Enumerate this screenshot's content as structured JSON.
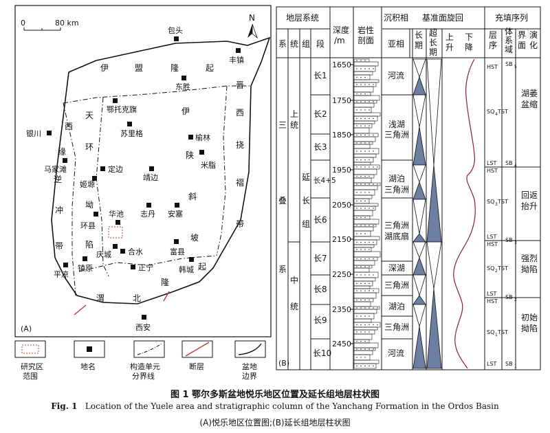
{
  "panelA": {
    "label": "(A)",
    "scale": {
      "zero": "0",
      "dist": "80 km"
    },
    "north": "N",
    "places": [
      {
        "key": "baotou",
        "name": "包头"
      },
      {
        "key": "fengzhen",
        "name": "丰镇"
      },
      {
        "key": "dongsheng",
        "name": "东胜"
      },
      {
        "key": "etuokeqi",
        "name": "鄂托克旗"
      },
      {
        "key": "sulige",
        "name": "苏里格"
      },
      {
        "key": "yinchuan",
        "name": "银川"
      },
      {
        "key": "yulin",
        "name": "榆林"
      },
      {
        "key": "mazhi",
        "name": "米脂"
      },
      {
        "key": "majiatan",
        "name": "马家滩"
      },
      {
        "key": "dingbian",
        "name": "定边"
      },
      {
        "key": "jingbian",
        "name": "靖边"
      },
      {
        "key": "jiyuan",
        "name": "姬塬"
      },
      {
        "key": "huachi",
        "name": "华池"
      },
      {
        "key": "zhidan",
        "name": "志丹"
      },
      {
        "key": "ansai",
        "name": "安塞"
      },
      {
        "key": "huanxian",
        "name": "环县"
      },
      {
        "key": "heshui",
        "name": "合水"
      },
      {
        "key": "qingcheng",
        "name": "庆城"
      },
      {
        "key": "fuxian",
        "name": "富县"
      },
      {
        "key": "pingliang",
        "name": "平凉"
      },
      {
        "key": "zhenyuan",
        "name": "镇原"
      },
      {
        "key": "zhengning",
        "name": "正宁"
      },
      {
        "key": "hancheng",
        "name": "韩城"
      },
      {
        "key": "xian",
        "name": "西安"
      }
    ],
    "units": [
      {
        "key": "yimeng",
        "chars": [
          "伊",
          "盟",
          "隆",
          "起"
        ]
      },
      {
        "key": "jinxi",
        "chars": [
          "晋",
          "西",
          "挠",
          "褶",
          "带"
        ]
      },
      {
        "key": "tianhuan",
        "chars": [
          "天",
          "环",
          "坳",
          "陷"
        ]
      },
      {
        "key": "xiyuan",
        "chars": [
          "西",
          "缘",
          "逆",
          "冲",
          "带"
        ]
      },
      {
        "key": "yishan",
        "chars": [
          "伊",
          "陕",
          "斜",
          "坡"
        ]
      },
      {
        "key": "weibei",
        "chars": [
          "渭",
          "北",
          "隆",
          "起"
        ]
      }
    ]
  },
  "legend": {
    "study_area": [
      "研究区",
      "范围"
    ],
    "place": [
      "地名"
    ],
    "boundary": [
      "构造单元",
      "分界线"
    ],
    "fault": [
      "断层"
    ],
    "basin_edge": [
      "盆地",
      "边界"
    ]
  },
  "panelB": {
    "label": "(B)",
    "headers": {
      "stratigraphy": "地层系统",
      "xi": "系",
      "tong": "统",
      "zu": "组",
      "duan": "段",
      "depth": [
        "深度",
        "/m"
      ],
      "lithology": [
        "岩性",
        "剖面"
      ],
      "facies": "沉积相",
      "subfacies": "亚相",
      "cycles": "基准面旋回",
      "long": [
        "长",
        "期"
      ],
      "superlong": [
        "超",
        "长",
        "期"
      ],
      "rise": [
        "上",
        "升"
      ],
      "fall": [
        "下",
        "降"
      ],
      "sequence": "充填序列",
      "layer": [
        "层",
        "序"
      ],
      "tract": [
        "体",
        "系",
        "域"
      ],
      "surface": [
        "界",
        "面"
      ],
      "evolution": [
        "演",
        "化"
      ]
    },
    "system": [
      "三",
      "叠",
      "系"
    ],
    "series": [
      {
        "name": [
          "上",
          "统"
        ]
      },
      {
        "name": [
          "中",
          "统"
        ]
      }
    ],
    "formation": [
      "延",
      "长",
      "组"
    ],
    "members": [
      {
        "name": "长1"
      },
      {
        "name": "长2"
      },
      {
        "name": "长3"
      },
      {
        "name": "长4+5"
      },
      {
        "name": "长6"
      },
      {
        "name": "长7"
      },
      {
        "name": "长8"
      },
      {
        "name": "长9"
      },
      {
        "name": "长10"
      }
    ],
    "depths": [
      "1650",
      "1750",
      "1850",
      "1950",
      "2050",
      "2150",
      "2250",
      "2350",
      "2450"
    ],
    "subfacies_rows": [
      {
        "text": [
          "河流"
        ]
      },
      {
        "text": [
          "浅湖",
          "三角洲"
        ]
      },
      {
        "text": [
          "湖泊",
          "三角洲"
        ]
      },
      {
        "text": [
          "三角洲",
          "湖底扇"
        ]
      },
      {
        "text": [
          "深湖"
        ]
      },
      {
        "text": [
          "三角洲"
        ]
      },
      {
        "text": [
          "湖泊"
        ]
      },
      {
        "text": [
          "三角洲"
        ]
      },
      {
        "text": [
          "河流"
        ]
      }
    ],
    "sequences": [
      {
        "sq": "SQ",
        "sub": "4",
        "hst": "HST",
        "tst": "TST",
        "lst": "LST",
        "sb": "SB",
        "sbsub": "4"
      },
      {
        "sq": "SQ",
        "sub": "3",
        "hst": "HST",
        "tst": "TST",
        "lst": "LST",
        "sb": "SB",
        "sbsub": "3"
      },
      {
        "sq": "SQ",
        "sub": "2",
        "hst": "HST",
        "tst": "TST",
        "lst": "LST",
        "sb": "SB",
        "sbsub": "2"
      },
      {
        "sq": "SQ",
        "sub": "1",
        "hst": "HST",
        "tst": "TST",
        "lst": "LST",
        "sb": "SB",
        "sbsub": "1"
      }
    ],
    "top_sb": {
      "sb": "SB",
      "sub": "5"
    },
    "evolution": [
      {
        "text": [
          "湖",
          "盆",
          "萎",
          "缩"
        ]
      },
      {
        "text": [
          "回",
          "返",
          "抬",
          "升"
        ]
      },
      {
        "text": [
          "强",
          "烈",
          "拗",
          "陷"
        ]
      },
      {
        "text": [
          "初",
          "始",
          "拗",
          "陷"
        ]
      }
    ]
  },
  "caption": {
    "zh": "图 1   鄂尔多斯盆地悦乐地区位置及延长组地层柱状图",
    "en_label": "Fig. 1",
    "en": "Location of the Yuele area and stratigraphic column of the Yanchang Formation in the Ordos Basin",
    "sub": "(A)悦乐地区位置图;(B)延长组地层柱状图"
  }
}
